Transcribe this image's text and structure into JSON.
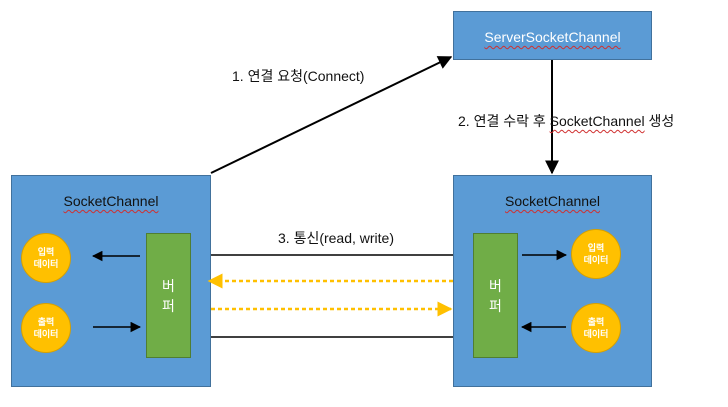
{
  "server_channel": {
    "title": "ServerSocketChannel"
  },
  "client_channel": {
    "title": "SocketChannel",
    "buffer_chars": [
      "버",
      "퍼"
    ],
    "input_stream": [
      "입력",
      "데이터"
    ],
    "output_stream": [
      "출력",
      "데이터"
    ]
  },
  "server_socket": {
    "title": "SocketChannel",
    "buffer_chars": [
      "버",
      "퍼"
    ],
    "input_stream": [
      "입력",
      "데이터"
    ],
    "output_stream": [
      "출력",
      "데이터"
    ]
  },
  "steps": {
    "connect": "1. 연결 요청(Connect)",
    "accept_prefix": "2. 연결 수락 후 ",
    "accept_channel": "SocketChannel",
    "accept_suffix": " 생성",
    "communicate": "3. 통신(read, write)"
  },
  "colors": {
    "box": "#5b9bd5",
    "buffer": "#70ad47",
    "data": "#ffc000",
    "dashed_arrow": "#ffc000"
  }
}
